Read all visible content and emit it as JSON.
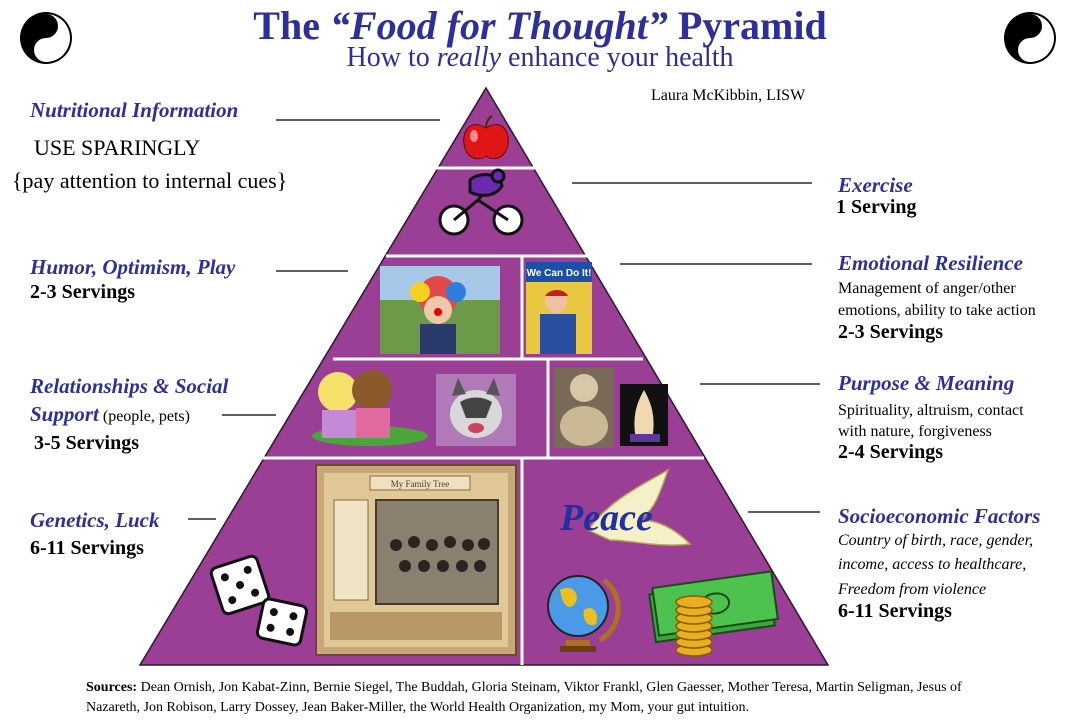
{
  "header": {
    "title_pre": "The ",
    "title_em": "“Food for Thought”",
    "title_post": " Pyramid",
    "subtitle_pre": "How to ",
    "subtitle_em": "really",
    "subtitle_post": " enhance your health",
    "author": "Laura McKibbin, LISW"
  },
  "icons": {
    "left": "yin-yang-icon",
    "right": "yin-yang-icon"
  },
  "colors": {
    "pyramid": "#9b3e96",
    "title": "#2d2f9b",
    "divider": "#ffffff"
  },
  "left": {
    "nutrition": {
      "label": "Nutritional Information",
      "line1": "USE SPARINGLY",
      "line2": "{pay attention to internal cues}"
    },
    "humor": {
      "label": "Humor, Optimism, Play",
      "servings": "2-3 Servings"
    },
    "relationships": {
      "label_line1": "Relationships & Social",
      "label_line2": "Support",
      "note": "(people, pets)",
      "servings": "3-5 Servings"
    },
    "genetics": {
      "label": "Genetics, Luck",
      "servings": "6-11 Servings"
    }
  },
  "right": {
    "exercise": {
      "label": "Exercise",
      "servings": "1 Serving"
    },
    "emotional": {
      "label": "Emotional Resilience",
      "desc1": "Management of anger/other",
      "desc2": "emotions, ability to take action",
      "servings": "2-3 Servings"
    },
    "purpose": {
      "label": "Purpose & Meaning",
      "desc1": "Spirituality, altruism, contact",
      "desc2": "with nature, forgiveness",
      "servings": "2-4 Servings"
    },
    "socio": {
      "label": "Socioeconomic Factors",
      "desc1": "Country of birth, race, gender,",
      "desc2": "income, access to healthcare,",
      "desc3": "Freedom from violence",
      "servings": "6-11 Servings"
    }
  },
  "images": {
    "poster_text": "We Can Do It!",
    "peace_text": "Peace",
    "frame_text": "My Family Tree"
  },
  "footer": {
    "sources_label": "Sources:",
    "sources_text": " Dean Ornish, Jon Kabat-Zinn, Bernie Siegel, The Buddah, Gloria Steinam, Viktor Frankl, Glen Gaesser, Mother Teresa, Martin Seligman, Jesus of Nazareth, Jon Robison, Larry Dossey, Jean Baker-Miller, the World Health Organization, my Mom, your gut intuition."
  }
}
